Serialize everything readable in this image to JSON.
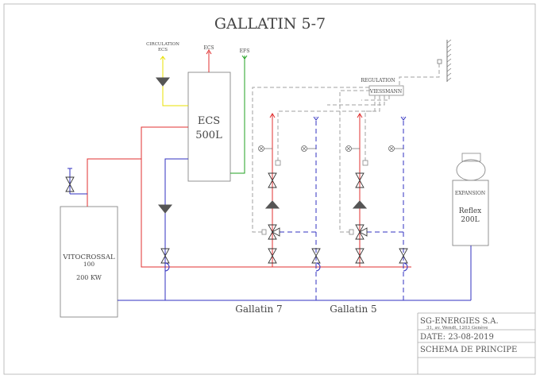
{
  "title": "GALLATIN 5-7",
  "labels": {
    "circulation_line1": "CIRCULATION",
    "circulation_line2": "ECS",
    "ecs_out": "ECS",
    "efs": "EFS",
    "regulation": "REGULATION",
    "viessmann": "VIESSMANN",
    "ecs_tank_line1": "ECS",
    "ecs_tank_line2": "500L",
    "boiler_line1": "VITOCROSSAL",
    "boiler_line2": "100",
    "boiler_line3": "200 KW",
    "expansion": "EXPANSION",
    "reflex_line1": "Reflex",
    "reflex_line2": "200L",
    "circuit_a": "Gallatin 7",
    "circuit_b": "Gallatin 5"
  },
  "titleblock": {
    "company": "SG-ENERGIES S.A.",
    "address": "31, av. Wendt, 1203 Genève",
    "date": "DATE: 23-08-2019",
    "drawing": "SCHEMA DE PRINCIPE"
  },
  "colors": {
    "supply": "#e03030",
    "return": "#3030c0",
    "circulation": "#e8e000",
    "cold_water": "#20a020",
    "control": "#a0a0a0",
    "outline": "#808080"
  }
}
